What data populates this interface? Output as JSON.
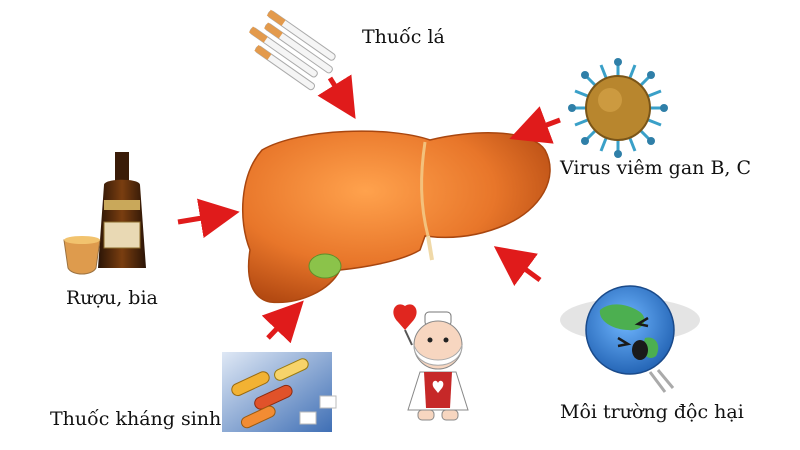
{
  "labels": {
    "tobacco": "Thuốc lá",
    "virus": "Virus viêm gan B, C",
    "alcohol": "Rượu, bia",
    "antibiotic": "Thuốc kháng sinh",
    "environment": "Môi trường độc hại"
  },
  "colors": {
    "arrow": "#e01b1b",
    "liver": "#e8762a",
    "liver_dark": "#c4561a",
    "gallbladder": "#8bc34a",
    "virus_body": "#b8862e",
    "virus_spike": "#3aa0c8",
    "earth_ocean": "#2e7fd6",
    "earth_land": "#4caf50",
    "pill_bg": "#3f6fb5"
  },
  "icons": [
    "cigarettes-icon",
    "virus-icon",
    "liquor-bottle-icon",
    "pills-icon",
    "sick-earth-icon",
    "doctor-mascot-icon",
    "liver-icon"
  ]
}
